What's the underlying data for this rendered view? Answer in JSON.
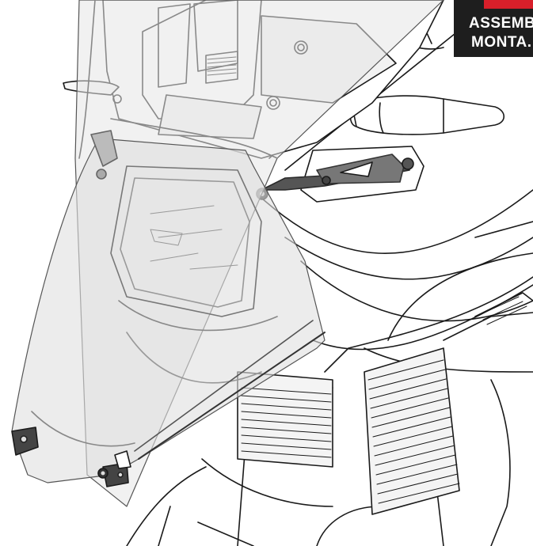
{
  "header_label": {
    "line1": "ASSEMB",
    "line2": "MONTA.",
    "background_color": "#1e1e1e",
    "accent_color": "#d81f2a",
    "text_color": "#ffffff"
  },
  "illustration": {
    "subject": "motorcycle-windscreen-assembly-line-drawing",
    "line_color": "#1a1a1a",
    "transparent_part_fill": "#e6e6e6",
    "bracket_color": "#555555"
  }
}
